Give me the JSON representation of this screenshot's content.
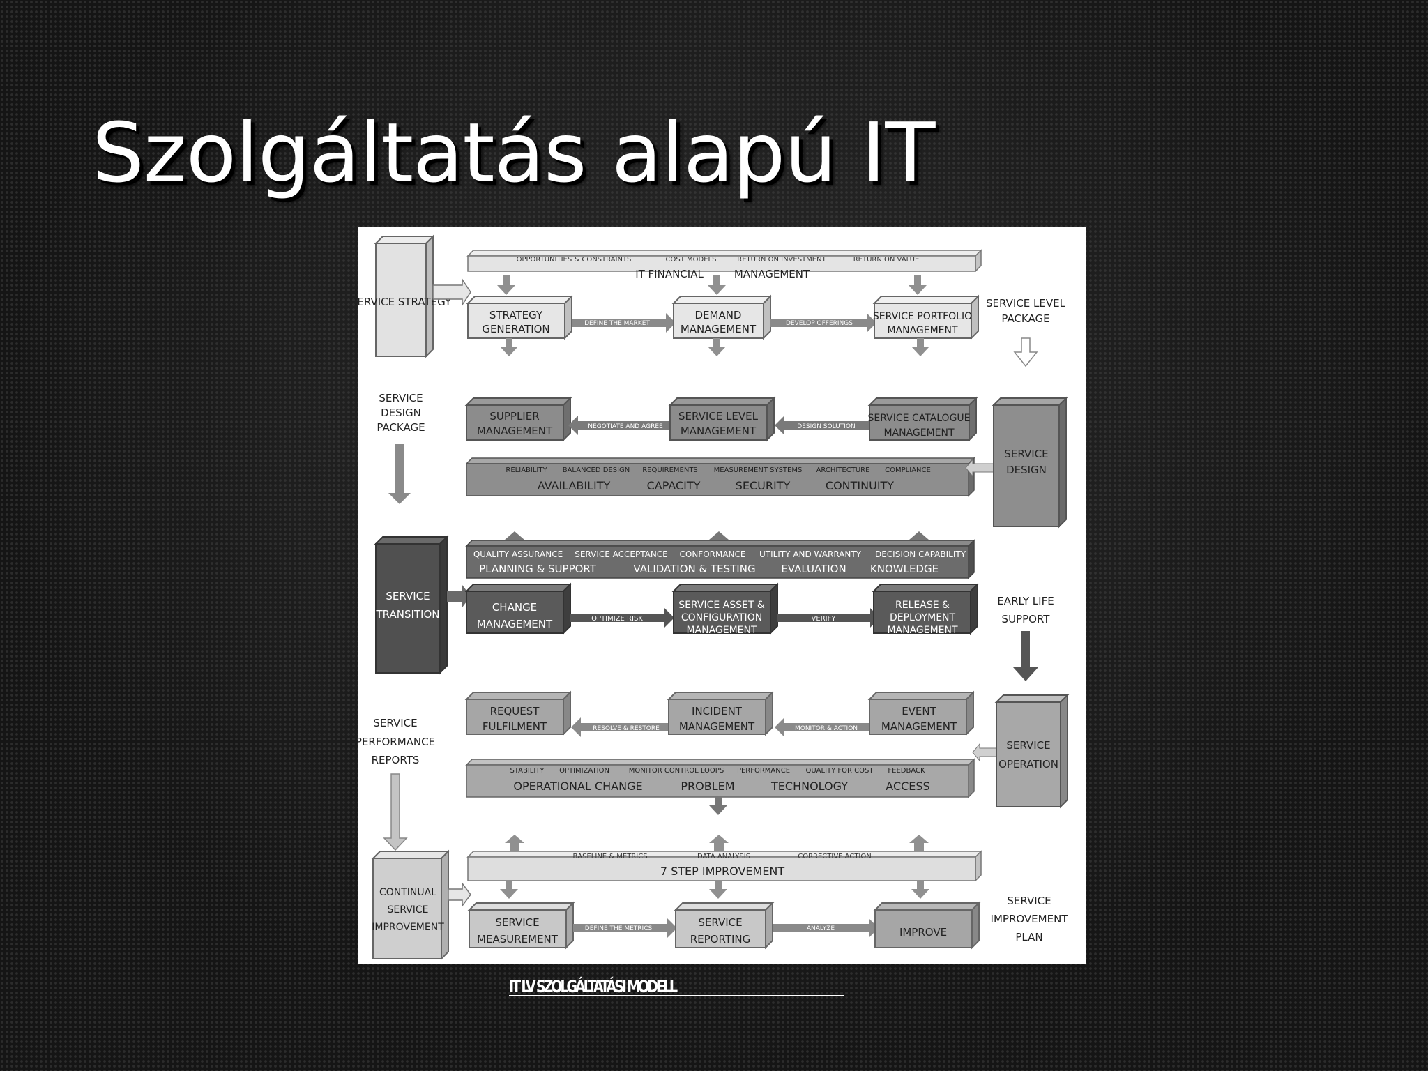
{
  "slide": {
    "title": "Szolgáltatás alapú IT",
    "caption": "IT LV SZOLGÁLTATÁSI MODELL"
  },
  "diagram": {
    "strategy": {
      "stage": "SERVICE STRATEGY",
      "top_bar_labels": [
        "OPPORTUNITIES & CONSTRAINTS",
        "COST MODELS",
        "RETURN ON INVESTMENT",
        "RETURN ON VALUE"
      ],
      "top_bar_title_left": "IT FINANCIAL",
      "top_bar_title_right": "MANAGEMENT",
      "box1": [
        "STRATEGY",
        "GENERATION"
      ],
      "arrow1": "DEFINE THE MARKET",
      "box2": [
        "DEMAND",
        "MANAGEMENT"
      ],
      "arrow2": "DEVELOP OFFERINGS",
      "box3": [
        "SERVICE PORTFOLIO",
        "MANAGEMENT"
      ],
      "output": [
        "SERVICE LEVEL",
        "PACKAGE"
      ]
    },
    "design": {
      "input": [
        "SERVICE",
        "DESIGN",
        "PACKAGE"
      ],
      "box1": [
        "SUPPLIER",
        "MANAGEMENT"
      ],
      "arrow1": "NEGOTIATE AND AGREE",
      "box2": [
        "SERVICE LEVEL",
        "MANAGEMENT"
      ],
      "arrow2": "DESIGN SOLUTION",
      "box3": [
        "SERVICE CATALOGUE",
        "MANAGEMENT"
      ],
      "bar_labels": [
        "RELIABILITY",
        "BALANCED DESIGN",
        "REQUIREMENTS",
        "MEASUREMENT SYSTEMS",
        "ARCHITECTURE",
        "COMPLIANCE"
      ],
      "bar_titles": [
        "AVAILABILITY",
        "CAPACITY",
        "SECURITY",
        "CONTINUITY"
      ],
      "stage": [
        "SERVICE",
        "DESIGN"
      ]
    },
    "transition": {
      "stage": [
        "SERVICE",
        "TRANSITION"
      ],
      "bar_labels": [
        "QUALITY ASSURANCE",
        "SERVICE ACCEPTANCE",
        "CONFORMANCE",
        "UTILITY AND WARRANTY",
        "DECISION CAPABILITY"
      ],
      "bar_titles": [
        "PLANNING & SUPPORT",
        "VALIDATION & TESTING",
        "EVALUATION",
        "KNOWLEDGE"
      ],
      "box1": [
        "CHANGE",
        "MANAGEMENT"
      ],
      "arrow1": "OPTIMIZE RISK",
      "box2": [
        "SERVICE ASSET &",
        "CONFIGURATION",
        "MANAGEMENT"
      ],
      "arrow2": "VERIFY",
      "box3": [
        "RELEASE &",
        "DEPLOYMENT",
        "MANAGEMENT"
      ],
      "output": [
        "EARLY LIFE",
        "SUPPORT"
      ]
    },
    "operation": {
      "input": [
        "SERVICE",
        "PERFORMANCE",
        "REPORTS"
      ],
      "box1": [
        "REQUEST",
        "FULFILMENT"
      ],
      "arrow1": "RESOLVE & RESTORE",
      "box2": [
        "INCIDENT",
        "MANAGEMENT"
      ],
      "arrow2": "MONITOR & ACTION",
      "box3": [
        "EVENT",
        "MANAGEMENT"
      ],
      "bar_labels": [
        "STABILITY",
        "OPTIMIZATION",
        "MONITOR CONTROL LOOPS",
        "PERFORMANCE",
        "QUALITY FOR COST",
        "FEEDBACK"
      ],
      "bar_titles": [
        "OPERATIONAL CHANGE",
        "PROBLEM",
        "TECHNOLOGY",
        "ACCESS"
      ],
      "stage": [
        "SERVICE",
        "OPERATION"
      ]
    },
    "improvement": {
      "stage": [
        "CONTINUAL",
        "SERVICE",
        "IMPROVEMENT"
      ],
      "top_bar_labels": [
        "BASELINE & METRICS",
        "DATA ANALYSIS",
        "CORRECTIVE ACTION"
      ],
      "top_bar_title": "7 STEP IMPROVEMENT",
      "box1": [
        "SERVICE",
        "MEASUREMENT"
      ],
      "arrow1": "DEFINE THE METRICS",
      "box2": [
        "SERVICE",
        "REPORTING"
      ],
      "arrow2": "ANALYZE",
      "box3": [
        "IMPROVE"
      ],
      "output": [
        "SERVICE",
        "IMPROVEMENT",
        "PLAN"
      ]
    }
  }
}
